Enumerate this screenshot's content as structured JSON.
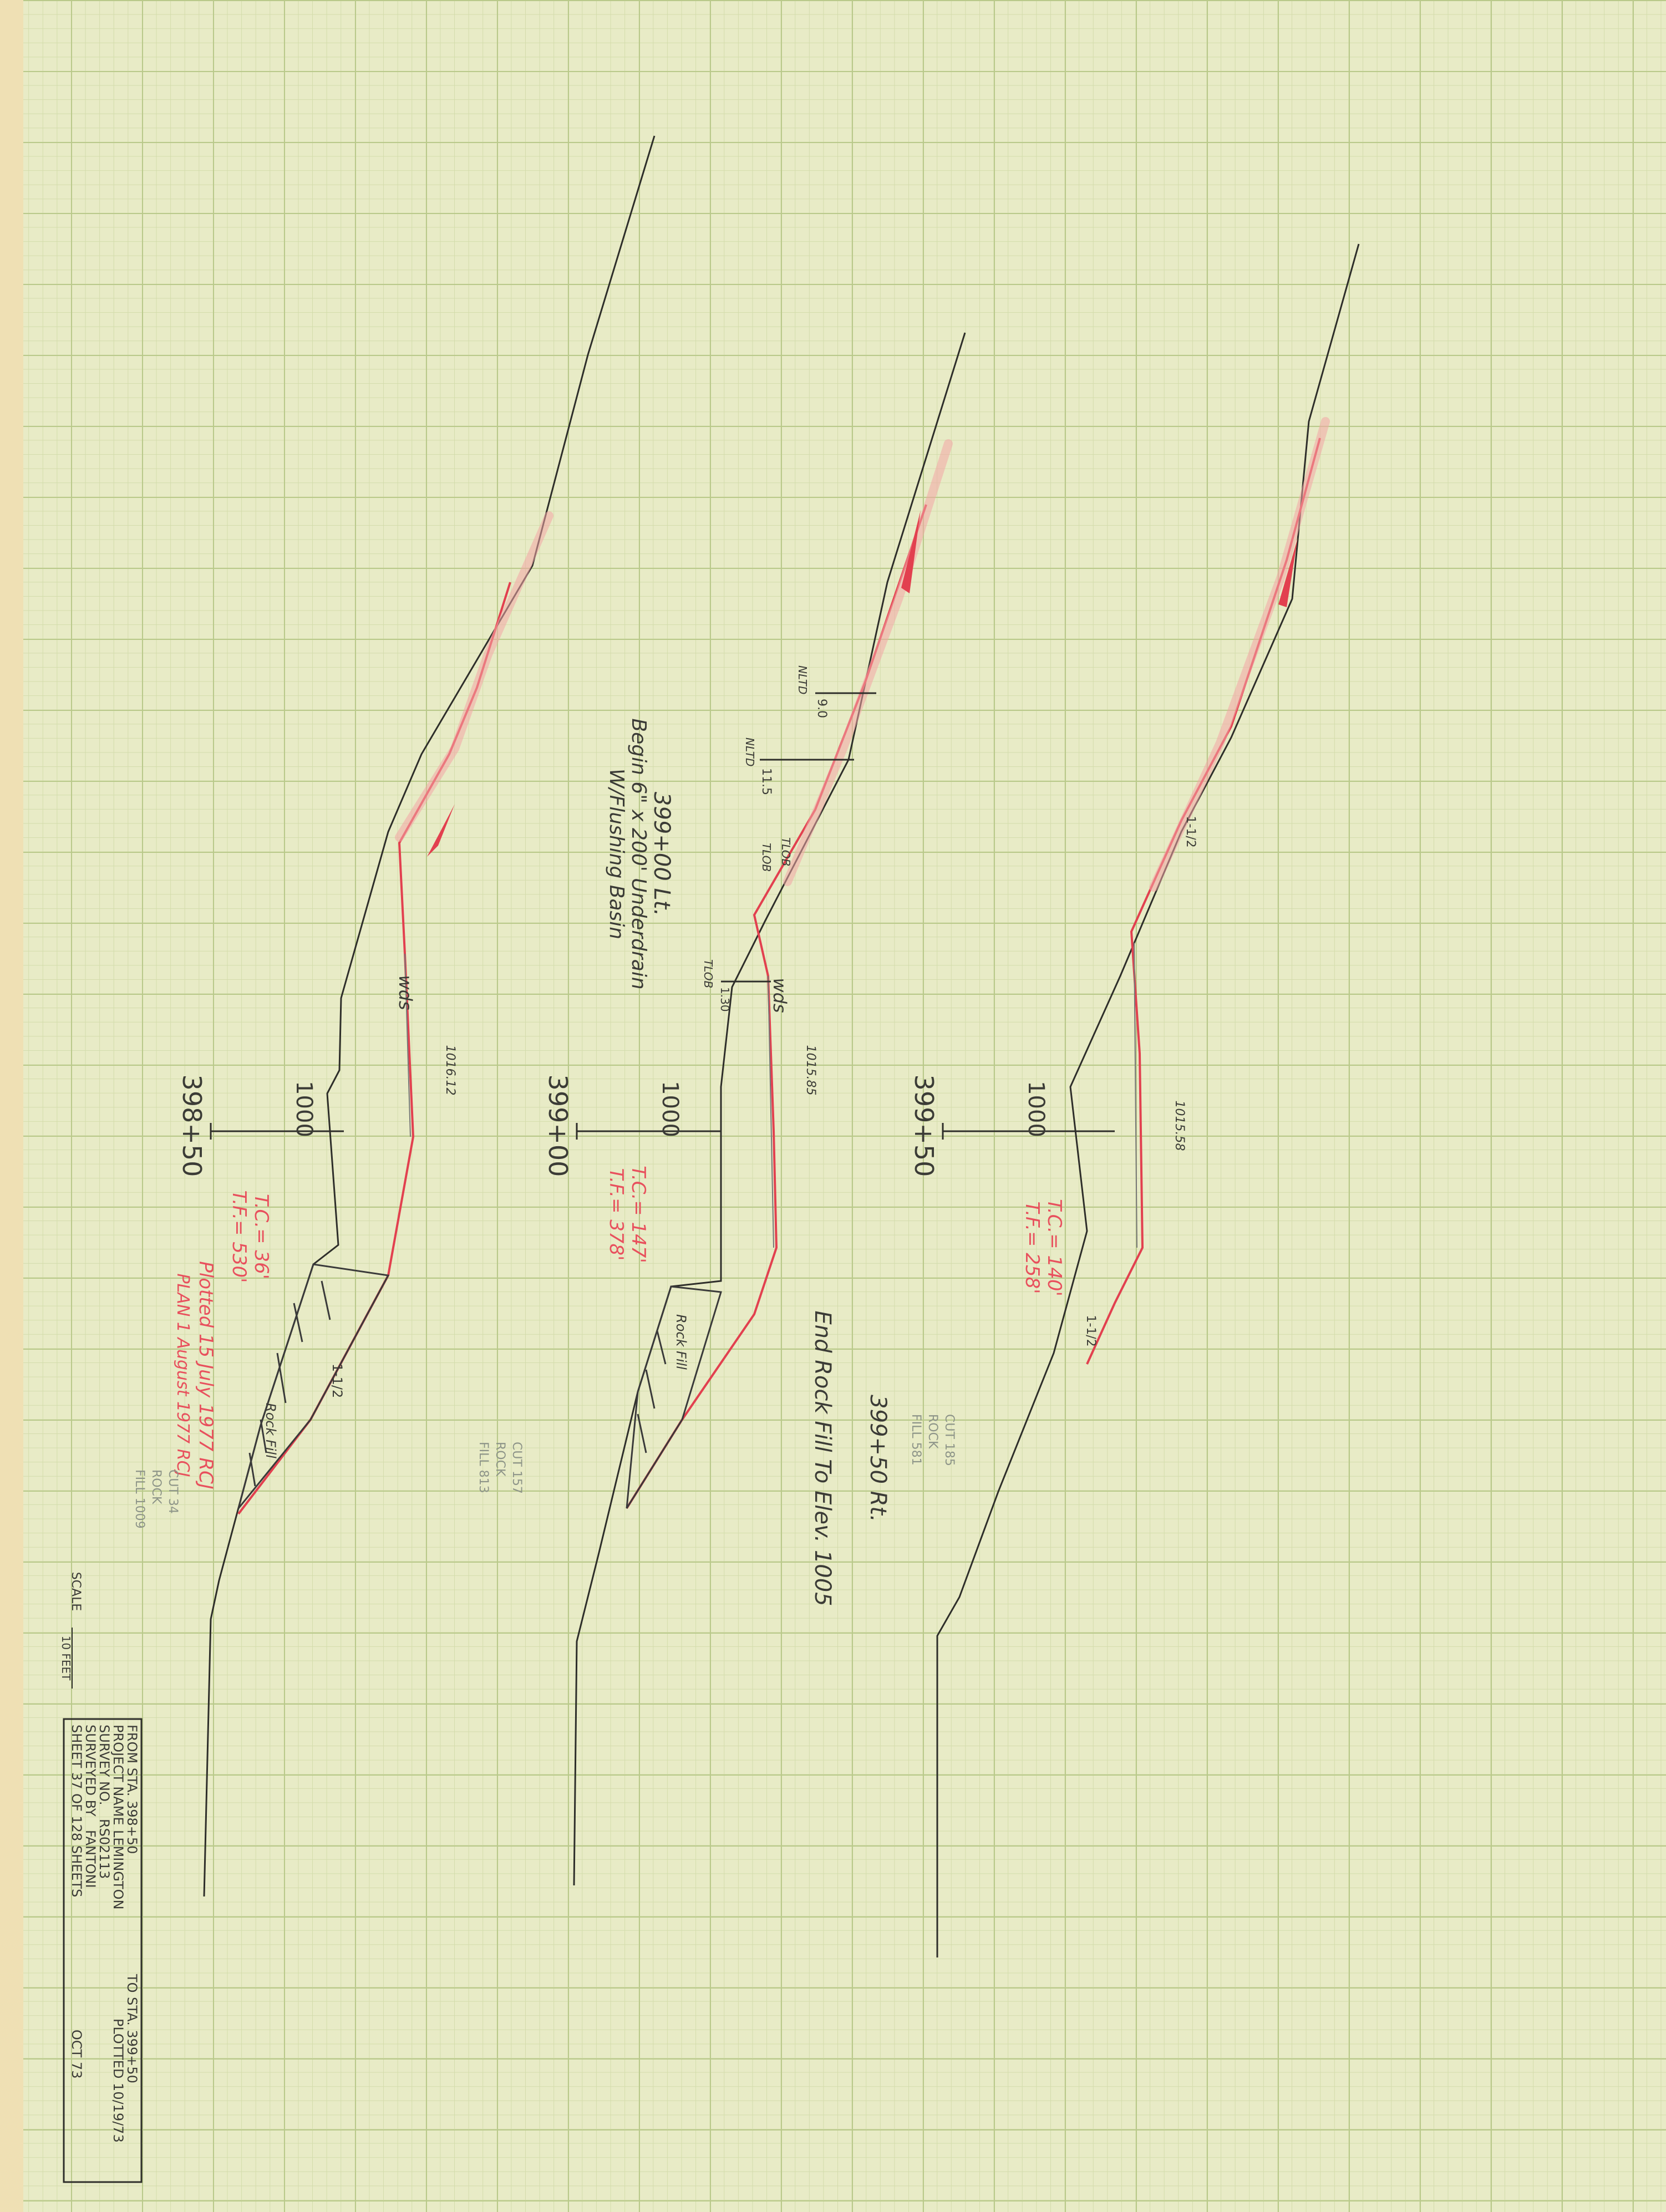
{
  "sections": [
    {
      "station": "398+50",
      "elev": "1000",
      "grade_note": "1016.12",
      "pencil_notes": [
        "wds",
        "1-1/2",
        "Rock Fill"
      ],
      "red_note_1": "T.C.= 36'",
      "red_note_2": "T.F.= 530'",
      "quantities": [
        "CUT 34",
        "ROCK",
        "FILL 1009"
      ],
      "plotted_lines": [
        "Plotted 15 July 1977 RCJ",
        "PLAN 1 August 1977 RCJ"
      ]
    },
    {
      "station": "399+00",
      "elev": "1000",
      "grade_note": "1015.85",
      "pencil_notes": [
        "wds",
        "Rock Fill"
      ],
      "red_note_1": "T.C.= 147'",
      "red_note_2": "T.F.= 378'",
      "quantities": [
        "CUT 157",
        "ROCK",
        "FILL 813"
      ],
      "annotation_line_1": "399+00 Lt.",
      "annotation_line_2": "Begin 6\" x 200' Underdrain",
      "annotation_line_3": "W/Flushing Basin",
      "tags": [
        "9.0",
        "NLTD",
        "11.5",
        "NLTD",
        "TLOB",
        "TLOB",
        "1.30",
        "TLOB"
      ]
    },
    {
      "station": "399+50",
      "elev": "1000",
      "grade_note": "1015.58",
      "pencil_notes": [
        "1-1/2",
        "1-1/2"
      ],
      "red_note_1": "T.C.= 140'",
      "red_note_2": "T.F.= 258'",
      "quantities": [
        "CUT 185",
        "ROCK",
        "FILL 581"
      ],
      "annotation_line_1": "399+50 Rt.",
      "annotation_line_2": "End Rock Fill To Elev. 1005"
    }
  ],
  "scale_label": "SCALE",
  "scale_value": "10 FEET",
  "title_block": {
    "from_station": "FROM STA. 398+50",
    "to_station": "TO STA. 399+50",
    "project_name": "PROJECT NAME",
    "project_value": "LEMINGTON",
    "plotted": "PLOTTED 10/19/73",
    "survey_no_label": "SURVEY NO.",
    "survey_no": "RS02113",
    "surveyed_by_label": "SURVEYED BY",
    "surveyed_by": "FANTONI",
    "sheet": "SHEET 37 OF 128 SHEETS",
    "date": "OCT 73"
  }
}
